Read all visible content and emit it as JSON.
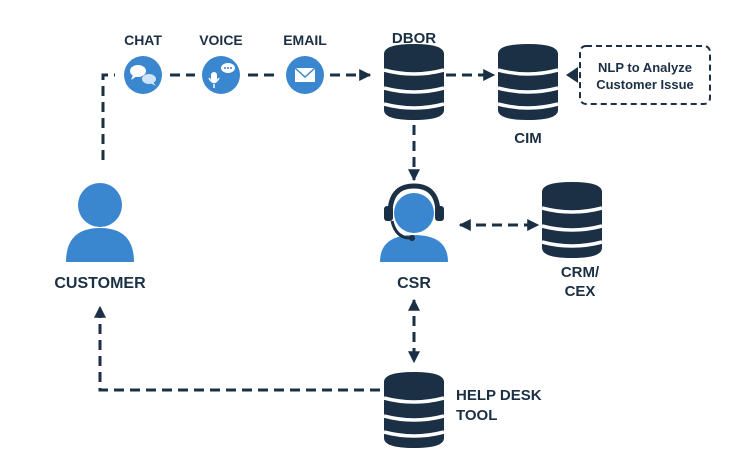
{
  "colors": {
    "navy": "#1b2f45",
    "blue": "#3b87cf",
    "bg": "#ffffff"
  },
  "channels": [
    {
      "label": "CHAT",
      "icon": "chat-bubbles-icon"
    },
    {
      "label": "VOICE",
      "icon": "microphone-chat-icon"
    },
    {
      "label": "EMAIL",
      "icon": "envelope-icon"
    }
  ],
  "nodes": {
    "dbor": "DBOR",
    "cim": "CIM",
    "customer": "CUSTOMER",
    "csr": "CSR",
    "crm_line1": "CRM/",
    "crm_line2": "CEX",
    "helpdesk_line1": "HELP DESK",
    "helpdesk_line2": "TOOL"
  },
  "note": {
    "line1": "NLP to Analyze",
    "line2": "Customer Issue"
  }
}
